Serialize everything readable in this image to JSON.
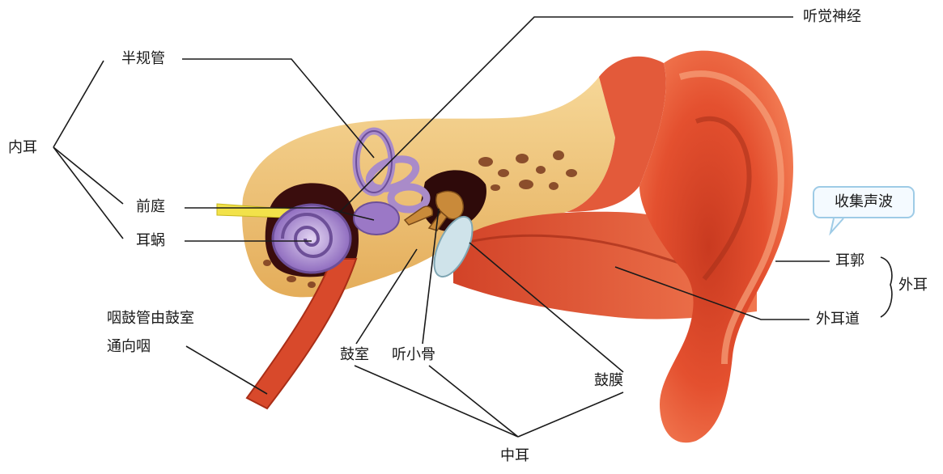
{
  "colors": {
    "skin": "#e4502f",
    "skin_dark": "#b8301a",
    "skin_light": "#f4895e",
    "bone": "#f1c77a",
    "bone_dark": "#c88a3c",
    "cochlea": "#b89ad6",
    "cochlea_dark": "#6d4f98",
    "eardrum": "#cfe3ea",
    "nerve": "#f2e24a",
    "leader": "#1a1a1a",
    "bubble_border": "#9ecbe6"
  },
  "labels": {
    "inner_ear": "内耳",
    "semicircular_canals": "半规管",
    "vestibule": "前庭",
    "cochlea": "耳蜗",
    "eustachian_line1": "咽鼓管由鼓室",
    "eustachian_line2": "通向咽",
    "auditory_nerve": "听觉神经",
    "tympanic_cavity": "鼓室",
    "ossicles": "听小骨",
    "eardrum": "鼓膜",
    "middle_ear": "中耳",
    "auricle": "耳郭",
    "ear_canal": "外耳道",
    "outer_ear": "外耳",
    "bubble": "收集声波"
  }
}
